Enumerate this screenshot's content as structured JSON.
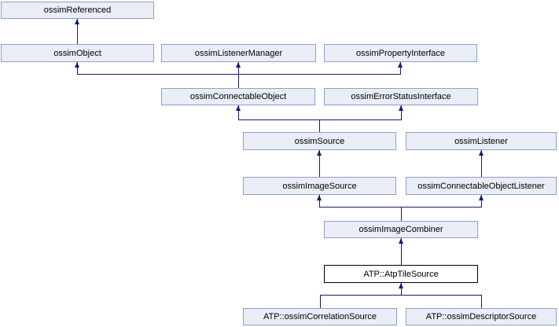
{
  "diagram": {
    "type": "class-inheritance-graph",
    "nodes": [
      {
        "label": "ossimReferenced",
        "current": false
      },
      {
        "label": "ossimObject",
        "current": false
      },
      {
        "label": "ossimListenerManager",
        "current": false
      },
      {
        "label": "ossimPropertyInterface",
        "current": false
      },
      {
        "label": "ossimConnectableObject",
        "current": false
      },
      {
        "label": "ossimErrorStatusInterface",
        "current": false
      },
      {
        "label": "ossimSource",
        "current": false
      },
      {
        "label": "ossimListener",
        "current": false
      },
      {
        "label": "ossimImageSource",
        "current": false
      },
      {
        "label": "ossimConnectableObjectListener",
        "current": false
      },
      {
        "label": "ossimImageCombiner",
        "current": false
      },
      {
        "label": "ATP::AtpTileSource",
        "current": true
      },
      {
        "label": "ATP::ossimCorrelationSource",
        "current": false
      },
      {
        "label": "ATP::ossimDescriptorSource",
        "current": false
      }
    ],
    "edges": [
      {
        "from": "ossimObject",
        "to": "ossimReferenced"
      },
      {
        "from": "ossimConnectableObject",
        "to": "ossimObject"
      },
      {
        "from": "ossimConnectableObject",
        "to": "ossimListenerManager"
      },
      {
        "from": "ossimConnectableObject",
        "to": "ossimPropertyInterface"
      },
      {
        "from": "ossimSource",
        "to": "ossimConnectableObject"
      },
      {
        "from": "ossimSource",
        "to": "ossimErrorStatusInterface"
      },
      {
        "from": "ossimImageSource",
        "to": "ossimSource"
      },
      {
        "from": "ossimConnectableObjectListener",
        "to": "ossimListener"
      },
      {
        "from": "ossimImageCombiner",
        "to": "ossimImageSource"
      },
      {
        "from": "ossimImageCombiner",
        "to": "ossimConnectableObjectListener"
      },
      {
        "from": "ATP::AtpTileSource",
        "to": "ossimImageCombiner"
      },
      {
        "from": "ATP::ossimCorrelationSource",
        "to": "ATP::AtpTileSource"
      },
      {
        "from": "ATP::ossimDescriptorSource",
        "to": "ATP::AtpTileSource"
      }
    ]
  },
  "colors": {
    "background": "#FFFFFF",
    "node_fill": "#E9EDF6",
    "node_border": "#8CA0CC",
    "current_node_fill": "#FFFFFF",
    "current_node_border": "#000000",
    "edge": "#191970",
    "text": "#000000"
  }
}
